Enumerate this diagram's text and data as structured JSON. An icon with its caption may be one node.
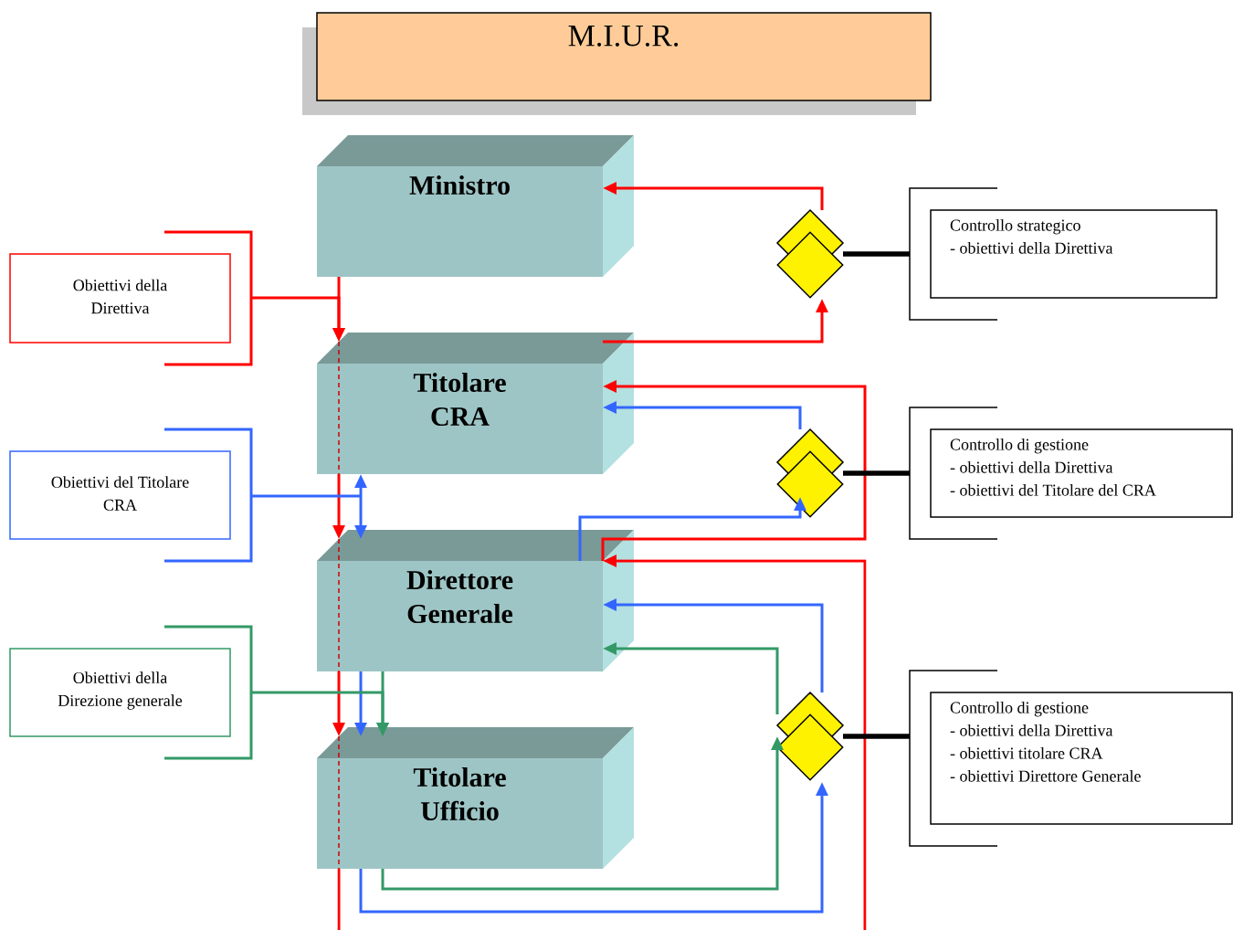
{
  "diagram": {
    "nodes": [
      {
        "text": [
          "M.I.U.R."
        ]
      },
      {
        "text": [
          "Ministro"
        ]
      },
      {
        "text": [
          "Titolare CRA"
        ]
      },
      {
        "text": [
          "Direttore Generale"
        ]
      },
      {
        "text": [
          "Titolare Ufficio"
        ]
      },
      {
        "text": [
          "Obiettivi della Direttiva"
        ]
      },
      {
        "text": [
          "Obiettivi del Titolare CRA"
        ]
      },
      {
        "text": [
          "Obiettivi della Direzione generale"
        ]
      },
      {
        "text": [],
        "shape": "diamond"
      },
      {
        "text": [
          "Controllo strategico",
          "- obiettivi della Direttiva"
        ]
      },
      {
        "text": [],
        "shape": "diamond"
      },
      {
        "text": [
          "Controllo di gestione",
          "- obiettivi della Direttiva",
          "- obiettivi del Titolare del CRA"
        ]
      },
      {
        "text": [],
        "shape": "diamond"
      },
      {
        "text": [
          "Controllo di gestione",
          "- obiettivi della Direttiva",
          "- obiettivi titolare CRA",
          "- obiettivi Direttore Generale"
        ]
      }
    ],
    "edges": [
      {
        "from": 1,
        "to": 2,
        "arrow": "to",
        "color": "#ff0000"
      },
      {
        "from": 5,
        "to": 2,
        "arrow": "to",
        "color": "#ff0000"
      },
      {
        "from": 2,
        "to": 3,
        "arrow": "to",
        "color": "#ff0000"
      },
      {
        "from": 3,
        "to": 4,
        "arrow": "to",
        "color": "#ff0000"
      },
      {
        "from": 4,
        "to": null,
        "arrow": "none",
        "color": "#ff0000"
      },
      {
        "from": 2,
        "to": 8,
        "arrow": "to",
        "color": "#ff0000"
      },
      {
        "from": 8,
        "to": 1,
        "arrow": "to",
        "color": "#ff0000"
      },
      {
        "from": 3,
        "to": 2,
        "arrow": "to",
        "color": "#ff0000"
      },
      {
        "from": null,
        "to": 3,
        "arrow": "to",
        "color": "#ff0000"
      },
      {
        "from": 2,
        "to": 3,
        "arrow": "both",
        "color": "#3366ff"
      },
      {
        "from": 6,
        "to": null,
        "arrow": "none",
        "color": "#3366ff"
      },
      {
        "from": 3,
        "to": 10,
        "arrow": "to",
        "color": "#3366ff"
      },
      {
        "from": 10,
        "to": 2,
        "arrow": "to",
        "color": "#3366ff"
      },
      {
        "from": 3,
        "to": 4,
        "arrow": "to",
        "color": "#3366ff"
      },
      {
        "from": 4,
        "to": 12,
        "arrow": "to",
        "color": "#3366ff"
      },
      {
        "from": 12,
        "to": 3,
        "arrow": "to",
        "color": "#3366ff"
      },
      {
        "from": 3,
        "to": 4,
        "arrow": "to",
        "color": "#339966"
      },
      {
        "from": 7,
        "to": 4,
        "arrow": "to",
        "color": "#339966"
      },
      {
        "from": 4,
        "to": 12,
        "arrow": "to",
        "color": "#339966"
      },
      {
        "from": 12,
        "to": 3,
        "arrow": "to",
        "color": "#339966"
      },
      {
        "from": 8,
        "to": 9,
        "arrow": "none",
        "style": "thick",
        "color": "#000000"
      },
      {
        "from": 10,
        "to": 11,
        "arrow": "none",
        "style": "thick",
        "color": "#000000"
      },
      {
        "from": 12,
        "to": 13,
        "arrow": "none",
        "style": "thick",
        "color": "#000000"
      }
    ]
  }
}
